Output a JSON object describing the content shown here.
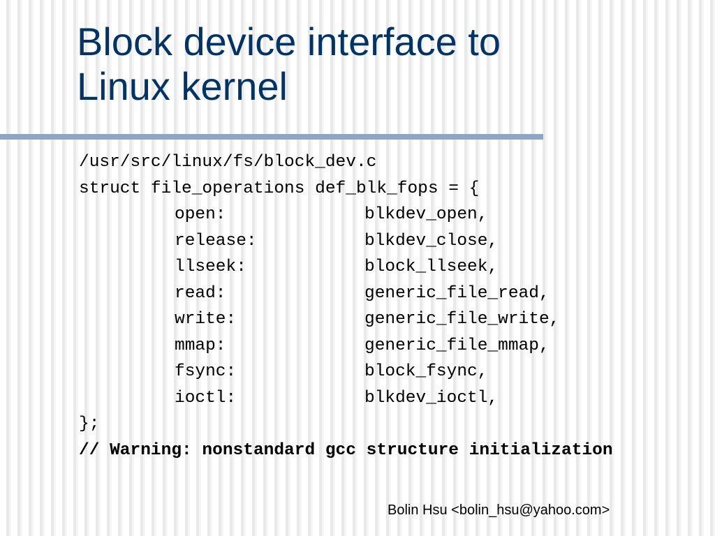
{
  "slide": {
    "title_line1": "Block device interface to",
    "title_line2": "Linux kernel",
    "path_line": "/usr/src/linux/fs/block_dev.c",
    "struct_line": "struct file_operations def_blk_fops = {",
    "fields": [
      {
        "name": "open:",
        "value": "blkdev_open,"
      },
      {
        "name": "release:",
        "value": "blkdev_close,"
      },
      {
        "name": "llseek:",
        "value": "block_llseek,"
      },
      {
        "name": "read:",
        "value": "generic_file_read,"
      },
      {
        "name": "write:",
        "value": "generic_file_write,"
      },
      {
        "name": "mmap:",
        "value": "generic_file_mmap,"
      },
      {
        "name": "fsync:",
        "value": "block_fsync,"
      },
      {
        "name": "ioctl:",
        "value": "blkdev_ioctl,"
      }
    ],
    "closing_line": "};",
    "warning_line": "// Warning: nonstandard gcc structure initialization",
    "footer": "Bolin Hsu <bolin_hsu@yahoo.com>"
  },
  "colors": {
    "title": "#003366",
    "divider": "#8aa7c6",
    "text": "#000000"
  }
}
